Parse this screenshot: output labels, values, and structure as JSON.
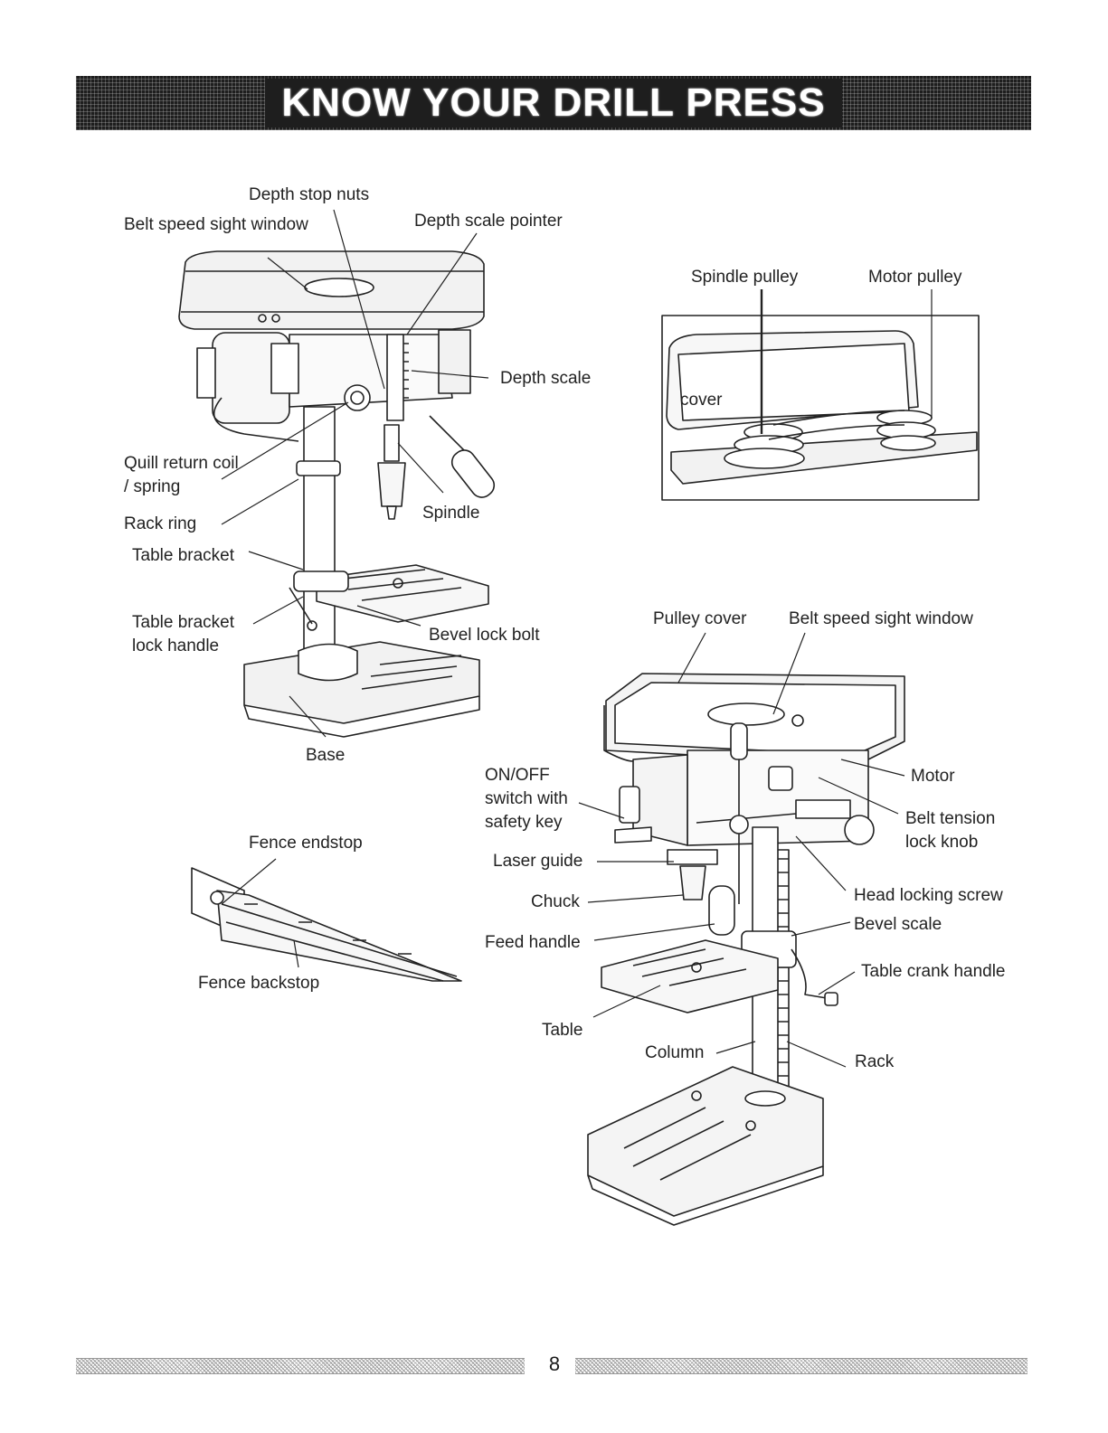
{
  "page": {
    "title": "KNOW YOUR DRILL PRESS",
    "page_number": "8"
  },
  "labels": {
    "depth_stop_nuts": "Depth stop nuts",
    "belt_speed_window_1": "Belt speed sight window",
    "depth_scale_pointer": "Depth scale pointer",
    "depth_scale": "Depth scale",
    "quill_return": "Quill return coil / spring",
    "rack_ring": "Rack ring",
    "spindle": "Spindle",
    "table_bracket": "Table bracket",
    "table_bracket_lock": "Table bracket lock handle",
    "bevel_lock_bolt": "Bevel lock bolt",
    "base": "Base",
    "spindle_pulley": "Spindle pulley",
    "motor_pulley": "Motor pulley",
    "cover": "cover",
    "pulley_cover": "Pulley cover",
    "belt_speed_window_2": "Belt speed sight window",
    "on_off_switch": "ON/OFF switch with safety key",
    "laser_guide": "Laser guide",
    "chuck": "Chuck",
    "feed_handle": "Feed handle",
    "table": "Table",
    "column": "Column",
    "motor": "Motor",
    "belt_tension": "Belt tension lock knob",
    "head_locking_screw": "Head locking screw",
    "bevel_scale": "Bevel scale",
    "table_crank_handle": "Table crank handle",
    "rack": "Rack",
    "fence_endstop": "Fence endstop",
    "fence_backstop": "Fence backstop"
  }
}
